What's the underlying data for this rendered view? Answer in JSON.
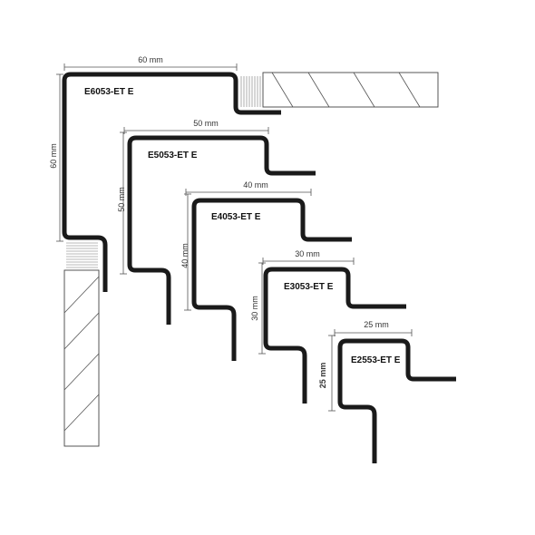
{
  "profiles": [
    {
      "code": "E6053-ET E",
      "width_dim": "60 mm",
      "height_dim": "60 mm"
    },
    {
      "code": "E5053-ET E",
      "width_dim": "50 mm",
      "height_dim": "50 mm"
    },
    {
      "code": "E4053-ET E",
      "width_dim": "40 mm",
      "height_dim": "40 mm"
    },
    {
      "code": "E3053-ET E",
      "width_dim": "30 mm",
      "height_dim": "30 mm"
    },
    {
      "code": "E2553-ET E",
      "width_dim": "25 mm",
      "height_dim": "25 mm"
    }
  ],
  "colors": {
    "profile": "#1a1a1a",
    "tile_outline": "#444444",
    "dimension": "#555555"
  }
}
